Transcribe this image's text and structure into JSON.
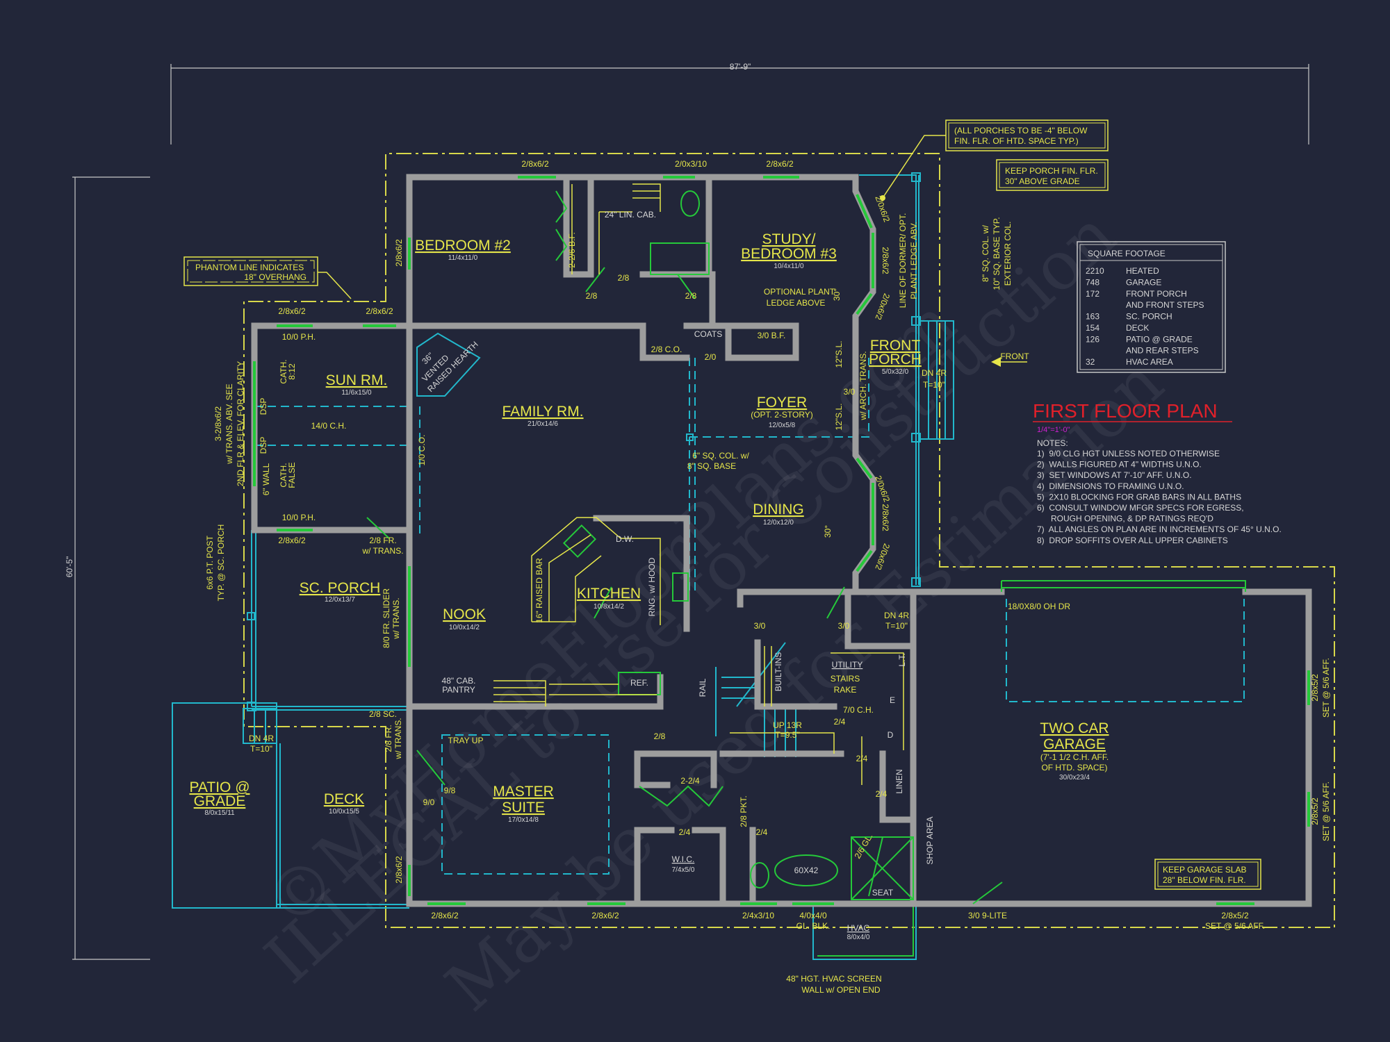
{
  "title": {
    "plan": "FIRST FLOOR PLAN",
    "scale": "1/4\"=1'-0\""
  },
  "dimensions": {
    "overall_width": "87'-9\"",
    "overall_depth": "60'-5\""
  },
  "rooms": {
    "bedroom2": {
      "name": "BEDROOM #2",
      "size": "11/4x11/0"
    },
    "study": {
      "name1": "STUDY/",
      "name2": "BEDROOM #3",
      "size": "10/4x11/0"
    },
    "sunrm": {
      "name": "SUN RM.",
      "size": "11/6x15/0"
    },
    "family": {
      "name": "FAMILY RM.",
      "size": "21/0x14/6"
    },
    "foyer": {
      "name": "FOYER",
      "sub": "(OPT. 2-STORY)",
      "size": "12/0x5/8"
    },
    "frontporch": {
      "name1": "FRONT",
      "name2": "PORCH",
      "size": "5/0x32/0"
    },
    "dining": {
      "name": "DINING",
      "size": "12/0x12/0"
    },
    "kitchen": {
      "name": "KITCHEN",
      "size": "10/8x14/2"
    },
    "nook": {
      "name": "NOOK",
      "size": "10/0x14/2"
    },
    "scporch": {
      "name": "SC. PORCH",
      "size": "12/0x13/7"
    },
    "patio": {
      "name1": "PATIO @",
      "name2": "GRADE",
      "size": "8/0x15/11"
    },
    "deck": {
      "name": "DECK",
      "size": "10/0x15/5"
    },
    "master": {
      "name1": "MASTER",
      "name2": "SUITE",
      "size": "17/0x14/8"
    },
    "wic": {
      "name": "W.I.C.",
      "size": "7/4x5/0"
    },
    "utility": {
      "name": "UTILITY"
    },
    "garage": {
      "name1": "TWO CAR",
      "name2": "GARAGE",
      "sub1": "(7'-1 1/2 C.H. AFF.",
      "sub2": "OF HTD. SPACE)",
      "size": "30/0x23/4"
    },
    "hvac": {
      "name": "HVAC",
      "size": "8/0x4/0"
    },
    "hearth": {
      "l1": "36\"",
      "l2": "VENTED",
      "l3": "RAISED HEARTH"
    }
  },
  "square_footage": {
    "title": "SQUARE FOOTAGE",
    "rows": [
      {
        "value": "2210",
        "label": "HEATED"
      },
      {
        "value": "748",
        "label": "GARAGE"
      },
      {
        "value": "172",
        "label": "FRONT PORCH",
        "label2": "AND FRONT STEPS"
      },
      {
        "value": "163",
        "label": "SC. PORCH"
      },
      {
        "value": "154",
        "label": "DECK"
      },
      {
        "value": "126",
        "label": "PATIO @ GRADE",
        "label2": "AND REAR STEPS"
      },
      {
        "value": "32",
        "label": "HVAC AREA"
      }
    ]
  },
  "notes": {
    "heading": "NOTES:",
    "items": [
      "1)  9/0 CLG HGT UNLESS NOTED OTHERWISE",
      "2)  WALLS FIGURED AT 4\" WIDTHS U.N.O.",
      "3)  SET WINDOWS AT 7'-10\" AFF. U.N.O.",
      "4)  DIMENSIONS TO FRAMING U.N.O.",
      "5)  2X10 BLOCKING FOR GRAB BARS IN ALL BATHS",
      "6)  CONSULT WINDOW MFGR SPECS FOR EGRESS,",
      "      ROUGH OPENING, & DP RATINGS REQ'D",
      "7)  ALL ANGLES ON PLAN ARE IN INCREMENTS OF 45° U.N.O.",
      "8)  DROP SOFFITS OVER ALL UPPER CABINETS"
    ]
  },
  "callouts": {
    "phantom": [
      "PHANTOM LINE INDICATES",
      "18\" OVERHANG"
    ],
    "porches": [
      "(ALL PORCHES TO BE -4\" BELOW",
      "FIN. FLR. OF HTD. SPACE TYP.)"
    ],
    "porch_floor": [
      "KEEP PORCH FIN. FLR.",
      "30\" ABOVE GRADE"
    ],
    "garage_slab": [
      "KEEP GARAGE SLAB",
      "28\" BELOW FIN. FLR."
    ]
  },
  "labels": [
    "2/8x6/2",
    "2/0x3/10",
    "2/8x6/2",
    "2/8x6/2",
    "2/8x6/2",
    "2/8x6/2",
    "10/0 P.H.",
    "10/0 P.H.",
    "2/8x6/2",
    "2/8 FR.",
    "w/ TRANS.",
    "2-2/6 B.F.",
    "2/8",
    "2/8",
    "2/8",
    "24\" LIN. CAB.",
    "OPTIONAL PLANT",
    "LEDGE ABOVE",
    "30°",
    "COATS",
    "3/0 B.F.",
    "2/8 C.O.",
    "2/0",
    "LINE OF DORMER/ OPT.",
    "PLANT LEDGE ABV.",
    "8\" SQ. COL. w/",
    "10\" SQ. BASE TYP.",
    "EXTERIOR COL.",
    "2/0x6/2",
    "2/8x6/2",
    "2/0x6/2",
    "12\"S.L.",
    "w/ ARCH. TRANS.",
    "3/0",
    "12\"S.L.",
    "DN 4R",
    "T=10\"",
    "6\" SQ. COL. w/",
    "8\" SQ. BASE",
    "2/0x6/2",
    "2/8x6/2",
    "2/0x6/2",
    "30°",
    "1/0 C.O.",
    "14/0 C.H.",
    "CATH.",
    "8:12",
    "DSP",
    "DSP",
    "6\" WALL",
    "CATH.",
    "FALSE",
    "3-2/8x6/2",
    "w/ TRANS. ABV. SEE",
    "2ND FLR & ELEV. FOR CLARITY",
    "6x6 P.T. POST",
    "TYP. @ SC. PORCH",
    "8/0 FR. SLIDER",
    "w/ TRANS.",
    "16\" RAISED BAR",
    "D.W.",
    "RNG. w/ HOOD",
    "48\" CAB.",
    "PANTRY",
    "REF.",
    "RAIL",
    "3/0",
    "3/0",
    "BUILT-INS",
    "DN 4R",
    "T=10\"",
    "L.T.",
    "STAIRS",
    "RAKE",
    "7/0 C.H.",
    "UP 13R",
    "T=9.5\"",
    "2/4",
    "2/4",
    "E",
    "D",
    "LINEN",
    "2/4",
    "2/6 GL.",
    "60X42",
    "SEAT",
    "SHOP AREA",
    "2/8 PKT.",
    "2/4",
    "2/4",
    "2-2/4",
    "2/8",
    "TRAY UP",
    "9/8",
    "9/0",
    "2/8 SC.",
    "2/8 FR.",
    "w/ TRANS.",
    "DN 4R",
    "T=10\"",
    "2/8x6/2",
    "2/8x6/2",
    "2/8x6/2",
    "2/4x3/10",
    "4/0x4/0",
    "GL. BLK.",
    "3/0 9-LITE",
    "2/8x5/2",
    "SET @ 5/6 AFF.",
    "2/8x5/2",
    "SET @ 5/6 AFF.",
    "2/8x5/2",
    "SET @ 5/6 AFF.",
    "18/0X8/0 OH DR",
    "48\" HGT. HVAC SCREEN",
    "WALL w/ OPEN END",
    "FRONT"
  ],
  "watermark": [
    "©MyHomeFloorPlans.com",
    "ILLEGAL to use for Construction",
    "May be used for Estimation"
  ],
  "colors": {
    "background": "#222639",
    "annotation": "#e6e64a",
    "walls": "#9d9d9d",
    "windows_doors": "#25c93a",
    "porch_structure": "#22b8cc",
    "plan_title": "#e0202a",
    "scale": "#d020d0"
  }
}
